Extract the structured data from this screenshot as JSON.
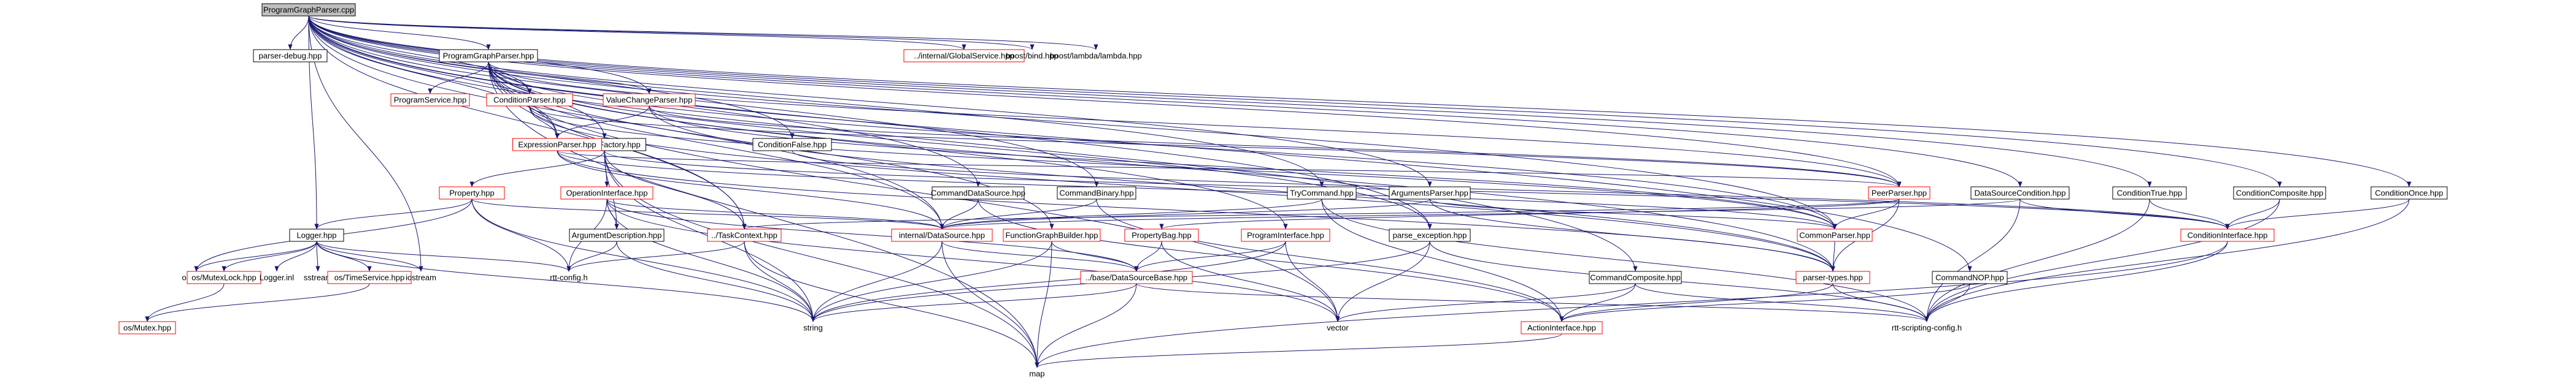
{
  "diagram": {
    "colors": {
      "edge": "#191970",
      "box_border": "#000000",
      "box_border_missing": "#ff0000",
      "root_fill": "#bfbfbf",
      "text": "#000000"
    },
    "nodes": [
      {
        "id": "root",
        "label": "ProgramGraphParser.cpp",
        "style": "root"
      },
      {
        "id": "parser_debug",
        "label": "parser-debug.hpp",
        "style": "normal"
      },
      {
        "id": "pgp_hpp",
        "label": "ProgramGraphParser.hpp",
        "style": "normal"
      },
      {
        "id": "global_service",
        "label": "../internal/GlobalService.hpp",
        "style": "missing"
      },
      {
        "id": "boost_bind",
        "label": "boost/bind.hpp",
        "style": "none"
      },
      {
        "id": "boost_lambda",
        "label": "boost/lambda/lambda.hpp",
        "style": "none"
      },
      {
        "id": "program_service",
        "label": "ProgramService.hpp",
        "style": "missing"
      },
      {
        "id": "condition_parser",
        "label": "ConditionParser.hpp",
        "style": "missing"
      },
      {
        "id": "value_change_parser",
        "label": "ValueChangeParser.hpp",
        "style": "missing"
      },
      {
        "id": "function_factory",
        "label": "FunctionFactory.hpp",
        "style": "normal"
      },
      {
        "id": "expression_parser",
        "label": "ExpressionParser.hpp",
        "style": "missing"
      },
      {
        "id": "condition_false",
        "label": "ConditionFalse.hpp",
        "style": "normal"
      },
      {
        "id": "property",
        "label": "Property.hpp",
        "style": "missing"
      },
      {
        "id": "operation_interface",
        "label": "OperationInterface.hpp",
        "style": "missing"
      },
      {
        "id": "command_data_source",
        "label": "CommandDataSource.hpp",
        "style": "normal"
      },
      {
        "id": "command_binary",
        "label": "CommandBinary.hpp",
        "style": "normal"
      },
      {
        "id": "try_command",
        "label": "TryCommand.hpp",
        "style": "normal"
      },
      {
        "id": "arguments_parser",
        "label": "ArgumentsParser.hpp",
        "style": "normal"
      },
      {
        "id": "peer_parser",
        "label": "PeerParser.hpp",
        "style": "missing"
      },
      {
        "id": "data_source_condition",
        "label": "DataSourceCondition.hpp",
        "style": "normal"
      },
      {
        "id": "condition_true",
        "label": "ConditionTrue.hpp",
        "style": "normal"
      },
      {
        "id": "condition_composite",
        "label": "ConditionComposite.hpp",
        "style": "normal"
      },
      {
        "id": "condition_once",
        "label": "ConditionOnce.hpp",
        "style": "normal"
      },
      {
        "id": "logger",
        "label": "Logger.hpp",
        "style": "normal"
      },
      {
        "id": "argument_description",
        "label": "ArgumentDescription.hpp",
        "style": "normal"
      },
      {
        "id": "task_context",
        "label": "../TaskContext.hpp",
        "style": "missing"
      },
      {
        "id": "internal_data_source",
        "label": "internal/DataSource.hpp",
        "style": "missing"
      },
      {
        "id": "function_graph_builder",
        "label": "FunctionGraphBuilder.hpp",
        "style": "missing"
      },
      {
        "id": "property_bag",
        "label": "PropertyBag.hpp",
        "style": "missing"
      },
      {
        "id": "program_interface",
        "label": "ProgramInterface.hpp",
        "style": "missing"
      },
      {
        "id": "parse_exception",
        "label": "parse_exception.hpp",
        "style": "normal"
      },
      {
        "id": "common_parser",
        "label": "CommonParser.hpp",
        "style": "missing"
      },
      {
        "id": "condition_interface",
        "label": "ConditionInterface.hpp",
        "style": "missing"
      },
      {
        "id": "ostream",
        "label": "ostream",
        "style": "none"
      },
      {
        "id": "mutex_lock",
        "label": "os/MutexLock.hpp",
        "style": "missing"
      },
      {
        "id": "logger_inl",
        "label": "Logger.inl",
        "style": "none"
      },
      {
        "id": "sstream",
        "label": "sstream",
        "style": "none"
      },
      {
        "id": "time_service",
        "label": "os/TimeService.hpp",
        "style": "missing"
      },
      {
        "id": "iostream",
        "label": "iostream",
        "style": "none"
      },
      {
        "id": "rtt_config",
        "label": "rtt-config.h",
        "style": "none"
      },
      {
        "id": "base_data_source_base",
        "label": "../base/DataSourceBase.hpp",
        "style": "missing"
      },
      {
        "id": "command_composite",
        "label": "CommandComposite.hpp",
        "style": "normal"
      },
      {
        "id": "parser_types",
        "label": "parser-types.hpp",
        "style": "missing"
      },
      {
        "id": "command_nop",
        "label": "CommandNOP.hpp",
        "style": "normal"
      },
      {
        "id": "mutex",
        "label": "os/Mutex.hpp",
        "style": "missing"
      },
      {
        "id": "string",
        "label": "string",
        "style": "none"
      },
      {
        "id": "vector",
        "label": "vector",
        "style": "none"
      },
      {
        "id": "action_interface",
        "label": "ActionInterface.hpp",
        "style": "missing"
      },
      {
        "id": "rtt_scripting_config",
        "label": "rtt-scripting-config.h",
        "style": "none"
      },
      {
        "id": "map",
        "label": "map",
        "style": "none"
      }
    ],
    "edges": [
      [
        "root",
        "parser_debug"
      ],
      [
        "root",
        "pgp_hpp"
      ],
      [
        "root",
        "global_service"
      ],
      [
        "root",
        "boost_bind"
      ],
      [
        "root",
        "boost_lambda"
      ],
      [
        "root",
        "function_factory"
      ],
      [
        "root",
        "logger"
      ],
      [
        "root",
        "task_context"
      ],
      [
        "root",
        "iostream"
      ],
      [
        "root",
        "internal_data_source"
      ],
      [
        "root",
        "command_data_source"
      ],
      [
        "root",
        "command_binary"
      ],
      [
        "root",
        "try_command"
      ],
      [
        "root",
        "arguments_parser"
      ],
      [
        "root",
        "data_source_condition"
      ],
      [
        "root",
        "condition_false"
      ],
      [
        "root",
        "condition_true"
      ],
      [
        "root",
        "condition_composite"
      ],
      [
        "root",
        "condition_once"
      ],
      [
        "root",
        "command_composite"
      ],
      [
        "root",
        "command_nop"
      ],
      [
        "root",
        "peer_parser"
      ],
      [
        "root",
        "parse_exception"
      ],
      [
        "root",
        "common_parser"
      ],
      [
        "root",
        "expression_parser"
      ],
      [
        "root",
        "condition_parser"
      ],
      [
        "root",
        "value_change_parser"
      ],
      [
        "pgp_hpp",
        "program_service"
      ],
      [
        "pgp_hpp",
        "condition_parser"
      ],
      [
        "pgp_hpp",
        "value_change_parser"
      ],
      [
        "pgp_hpp",
        "expression_parser"
      ],
      [
        "pgp_hpp",
        "peer_parser"
      ],
      [
        "pgp_hpp",
        "common_parser"
      ],
      [
        "pgp_hpp",
        "parser_types"
      ],
      [
        "pgp_hpp",
        "task_context"
      ],
      [
        "pgp_hpp",
        "function_graph_builder"
      ],
      [
        "pgp_hpp",
        "program_interface"
      ],
      [
        "pgp_hpp",
        "parse_exception"
      ],
      [
        "pgp_hpp",
        "vector"
      ],
      [
        "pgp_hpp",
        "map"
      ],
      [
        "pgp_hpp",
        "internal_data_source"
      ],
      [
        "condition_parser",
        "expression_parser"
      ],
      [
        "condition_parser",
        "common_parser"
      ],
      [
        "condition_parser",
        "parser_types"
      ],
      [
        "condition_parser",
        "peer_parser"
      ],
      [
        "value_change_parser",
        "expression_parser"
      ],
      [
        "value_change_parser",
        "common_parser"
      ],
      [
        "value_change_parser",
        "peer_parser"
      ],
      [
        "value_change_parser",
        "parser_types"
      ],
      [
        "expression_parser",
        "peer_parser"
      ],
      [
        "expression_parser",
        "common_parser"
      ],
      [
        "expression_parser",
        "parser_types"
      ],
      [
        "expression_parser",
        "internal_data_source"
      ],
      [
        "peer_parser",
        "common_parser"
      ],
      [
        "peer_parser",
        "parser_types"
      ],
      [
        "peer_parser",
        "task_context"
      ],
      [
        "peer_parser",
        "property_bag"
      ],
      [
        "common_parser",
        "parser_types"
      ],
      [
        "parser_types",
        "rtt_scripting_config"
      ],
      [
        "parser_types",
        "action_interface"
      ],
      [
        "function_factory",
        "property"
      ],
      [
        "function_factory",
        "operation_interface"
      ],
      [
        "function_factory",
        "argument_description"
      ],
      [
        "function_factory",
        "string"
      ],
      [
        "function_factory",
        "map"
      ],
      [
        "function_factory",
        "condition_interface"
      ],
      [
        "function_factory",
        "task_context"
      ],
      [
        "property",
        "logger"
      ],
      [
        "property",
        "internal_data_source"
      ],
      [
        "property",
        "rtt_config"
      ],
      [
        "property",
        "string"
      ],
      [
        "property",
        "ostream"
      ],
      [
        "operation_interface",
        "argument_description"
      ],
      [
        "operation_interface",
        "internal_data_source"
      ],
      [
        "operation_interface",
        "rtt_config"
      ],
      [
        "operation_interface",
        "string"
      ],
      [
        "operation_interface",
        "vector"
      ],
      [
        "operation_interface",
        "base_data_source_base"
      ],
      [
        "argument_description",
        "string"
      ],
      [
        "argument_description",
        "rtt_config"
      ],
      [
        "logger",
        "ostream"
      ],
      [
        "logger",
        "mutex_lock"
      ],
      [
        "logger",
        "logger_inl"
      ],
      [
        "logger",
        "sstream"
      ],
      [
        "logger",
        "time_service"
      ],
      [
        "logger",
        "iostream"
      ],
      [
        "logger",
        "rtt_config"
      ],
      [
        "logger",
        "string"
      ],
      [
        "mutex_lock",
        "mutex"
      ],
      [
        "time_service",
        "mutex"
      ],
      [
        "task_context",
        "string"
      ],
      [
        "task_context",
        "map"
      ],
      [
        "task_context",
        "rtt_config"
      ],
      [
        "internal_data_source",
        "string"
      ],
      [
        "internal_data_source",
        "map"
      ],
      [
        "internal_data_source",
        "base_data_source_base"
      ],
      [
        "function_graph_builder",
        "base_data_source_base"
      ],
      [
        "function_graph_builder",
        "string"
      ],
      [
        "function_graph_builder",
        "map"
      ],
      [
        "property_bag",
        "base_data_source_base"
      ],
      [
        "property_bag",
        "vector"
      ],
      [
        "program_interface",
        "string"
      ],
      [
        "program_interface",
        "vector"
      ],
      [
        "program_interface",
        "base_data_source_base"
      ],
      [
        "base_data_source_base",
        "string"
      ],
      [
        "base_data_source_base",
        "map"
      ],
      [
        "base_data_source_base",
        "rtt_scripting_config"
      ],
      [
        "parse_exception",
        "string"
      ],
      [
        "parse_exception",
        "vector"
      ],
      [
        "parse_exception",
        "rtt_scripting_config"
      ],
      [
        "command_data_source",
        "internal_data_source"
      ],
      [
        "command_data_source",
        "action_interface"
      ],
      [
        "command_binary",
        "action_interface"
      ],
      [
        "command_binary",
        "internal_data_source"
      ],
      [
        "try_command",
        "action_interface"
      ],
      [
        "try_command",
        "internal_data_source"
      ],
      [
        "try_command",
        "rtt_scripting_config"
      ],
      [
        "arguments_parser",
        "common_parser"
      ],
      [
        "arguments_parser",
        "parser_types"
      ],
      [
        "arguments_parser",
        "internal_data_source"
      ],
      [
        "data_source_condition",
        "condition_interface"
      ],
      [
        "data_source_condition",
        "internal_data_source"
      ],
      [
        "data_source_condition",
        "rtt_scripting_config"
      ],
      [
        "condition_false",
        "condition_interface"
      ],
      [
        "condition_true",
        "condition_interface"
      ],
      [
        "condition_true",
        "rtt_scripting_config"
      ],
      [
        "condition_composite",
        "condition_interface"
      ],
      [
        "condition_composite",
        "rtt_scripting_config"
      ],
      [
        "condition_once",
        "condition_interface"
      ],
      [
        "condition_once",
        "rtt_scripting_config"
      ],
      [
        "condition_interface",
        "rtt_scripting_config"
      ],
      [
        "condition_interface",
        "map"
      ],
      [
        "command_composite",
        "action_interface"
      ],
      [
        "command_composite",
        "vector"
      ],
      [
        "command_composite",
        "rtt_scripting_config"
      ],
      [
        "command_nop",
        "action_interface"
      ],
      [
        "command_nop",
        "rtt_scripting_config"
      ],
      [
        "action_interface",
        "map"
      ]
    ]
  }
}
